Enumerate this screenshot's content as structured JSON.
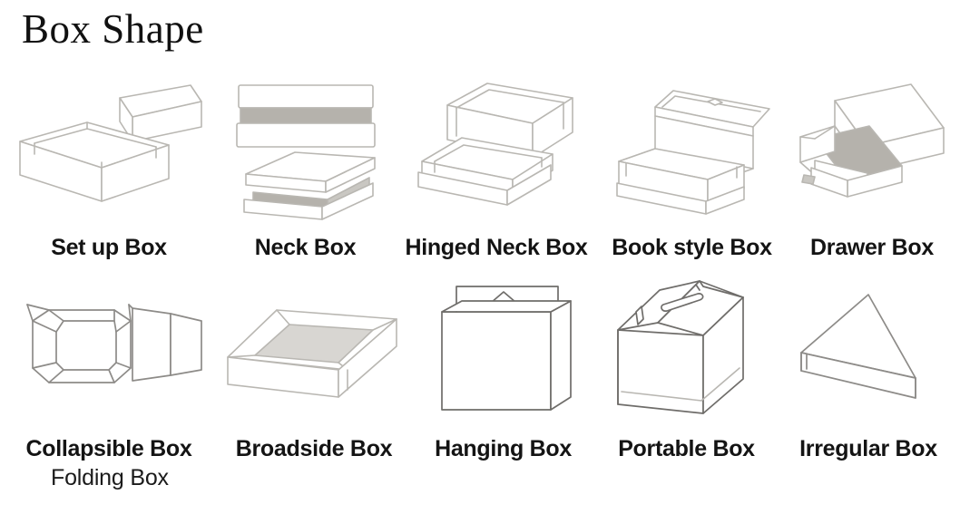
{
  "page": {
    "title": "Box Shape",
    "background_color": "#ffffff",
    "line_color": "#b9b7b2",
    "accent_gray": "#b5b2ac",
    "text_color": "#141414"
  },
  "rows": [
    {
      "items": [
        {
          "label": "Set up Box",
          "icon": "set-up-box-illustration"
        },
        {
          "label": "Neck Box",
          "icon": "neck-box-illustration"
        },
        {
          "label": "Hinged Neck Box",
          "icon": "hinged-neck-box-illustration"
        },
        {
          "label": "Book style Box",
          "icon": "book-style-box-illustration"
        },
        {
          "label": "Drawer Box",
          "icon": "drawer-box-illustration"
        }
      ]
    },
    {
      "items": [
        {
          "label": "Collapsible Box",
          "icon": "collapsible-box-illustration"
        },
        {
          "label": "Broadside Box",
          "icon": "broadside-box-illustration"
        },
        {
          "label": "Hanging Box",
          "icon": "hanging-box-illustration"
        },
        {
          "label": "Portable Box",
          "icon": "portable-box-illustration"
        },
        {
          "label": "Irregular Box",
          "icon": "irregular-box-illustration"
        }
      ]
    }
  ],
  "secondary_label": "Folding Box"
}
